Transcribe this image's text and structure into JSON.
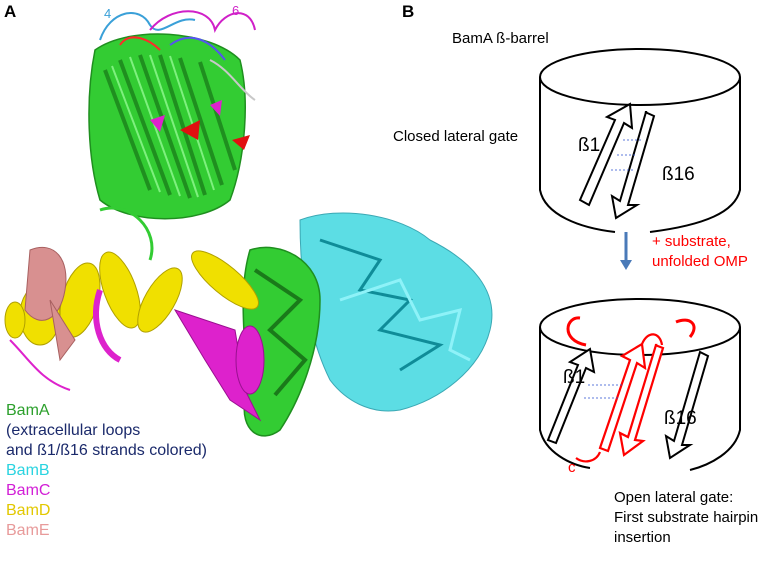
{
  "panels": {
    "a_label": "A",
    "b_label": "B"
  },
  "structure": {
    "loop_labels": [
      "4",
      "6"
    ],
    "loop_label_colors": [
      "#3aa0d8",
      "#d020c8"
    ]
  },
  "legend": [
    {
      "text": "BamA",
      "color": "#2ca02c"
    },
    {
      "text": "(extracellular loops",
      "color": "#1b2a6b"
    },
    {
      "text": "and ß1/ß16 strands colored)",
      "color": "#1b2a6b"
    },
    {
      "text": "BamB",
      "color": "#2ad4e0"
    },
    {
      "text": "BamC",
      "color": "#d21fd6"
    },
    {
      "text": "BamD",
      "color": "#e2c800"
    },
    {
      "text": "BamE",
      "color": "#e89a9a"
    }
  ],
  "diagram": {
    "barrel_title": "BamA ß-barrel",
    "closed_label": "Closed lateral gate",
    "strand_b1": "ß1",
    "strand_b16": "ß16",
    "substrate_lines": [
      "+ substrate,",
      "unfolded OMP"
    ],
    "c_label": "c",
    "open_lines": [
      "Open lateral gate:",
      "First substrate hairpin",
      "insertion"
    ]
  },
  "colors": {
    "bamA_green": "#33cc33",
    "bamB_cyan": "#40d8e0",
    "bamC_magenta": "#dd22cc",
    "bamD_yellow": "#f0e000",
    "bamE_pink": "#d89090",
    "substrate_red": "#ff0000",
    "arrow_blue": "#4a7ab8"
  }
}
